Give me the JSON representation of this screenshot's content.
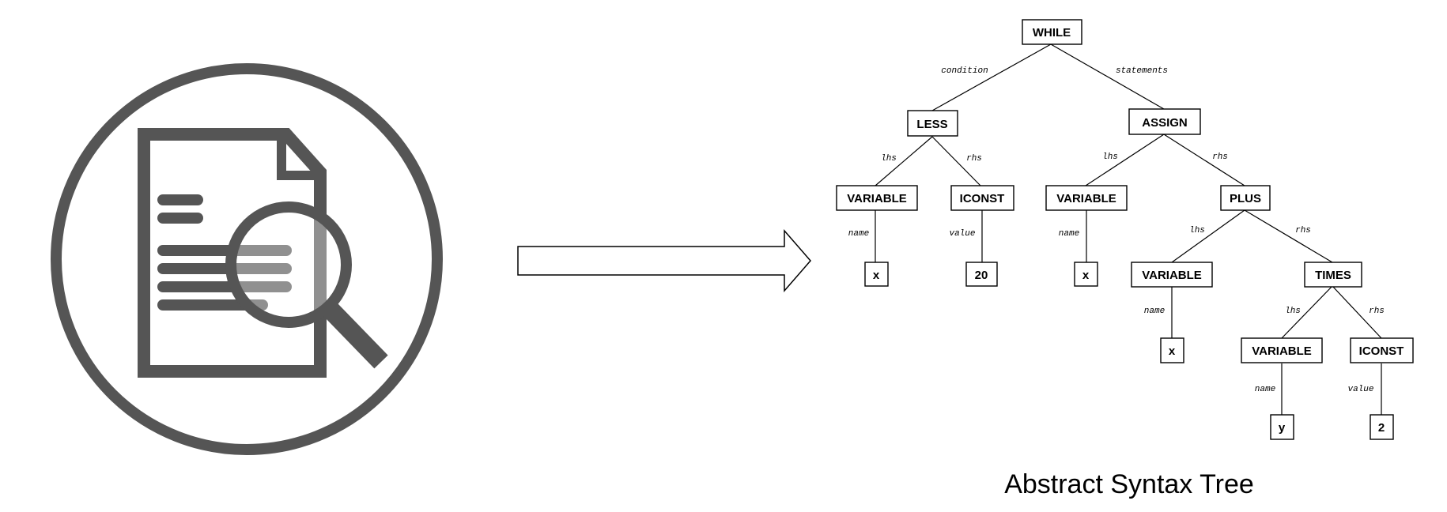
{
  "caption": "Abstract Syntax Tree",
  "colors": {
    "icon": "#555555",
    "ink": "#000000",
    "background": "#ffffff"
  },
  "icon": {
    "name": "document-search-icon"
  },
  "tree": {
    "nodes": {
      "while": "WHILE",
      "less": "LESS",
      "assign": "ASSIGN",
      "var1": "VARIABLE",
      "iconst1": "ICONST",
      "var2": "VARIABLE",
      "plus": "PLUS",
      "x1": "x",
      "c20": "20",
      "x2": "x",
      "var3": "VARIABLE",
      "times": "TIMES",
      "x3": "x",
      "var4": "VARIABLE",
      "iconst2": "ICONST",
      "y1": "y",
      "c2": "2"
    },
    "edge_labels": {
      "while_less": "condition",
      "while_assign": "statements",
      "less_var1": "lhs",
      "less_iconst1": "rhs",
      "assign_var2": "lhs",
      "assign_plus": "rhs",
      "var1_x1": "name",
      "iconst1_c20": "value",
      "var2_x2": "name",
      "plus_var3": "lhs",
      "plus_times": "rhs",
      "var3_x3": "name",
      "times_var4": "lhs",
      "times_iconst2": "rhs",
      "var4_y1": "name",
      "iconst2_c2": "value"
    }
  }
}
